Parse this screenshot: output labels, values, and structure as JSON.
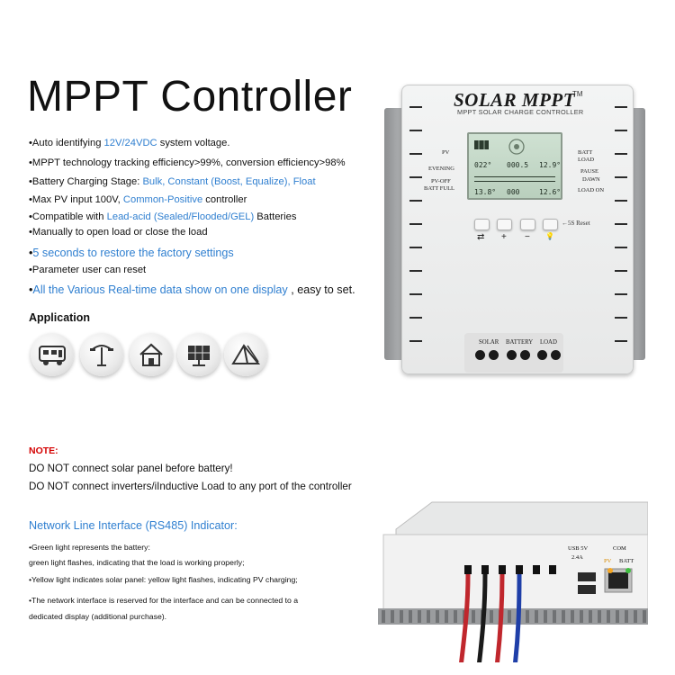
{
  "title": "MPPT Controller",
  "features": [
    {
      "bullet": "•",
      "parts": [
        {
          "t": "Auto identifying ",
          "c": ""
        },
        {
          "t": "12V/24VDC",
          "c": "blue"
        },
        {
          "t": " system voltage.",
          "c": ""
        }
      ]
    },
    {
      "bullet": "•",
      "parts": [
        {
          "t": "MPPT technology tracking efficiency>99%, conversion efficiency>98%",
          "c": ""
        }
      ]
    },
    {
      "bullet": "•",
      "parts": [
        {
          "t": "Battery Charging Stage: ",
          "c": ""
        },
        {
          "t": "Bulk, Constant (Boost, Equalize), Float",
          "c": "blue"
        }
      ]
    },
    {
      "bullet": "•",
      "parts": [
        {
          "t": "Max PV input 100V, ",
          "c": ""
        },
        {
          "t": "Common-Positive",
          "c": "blue"
        },
        {
          "t": " controller",
          "c": ""
        }
      ]
    },
    {
      "bullet": "•",
      "parts": [
        {
          "t": "Compatible with ",
          "c": ""
        },
        {
          "t": "Lead-acid (Sealed/Flooded/GEL)",
          "c": "blue"
        },
        {
          "t": " Batteries",
          "c": ""
        }
      ]
    },
    {
      "bullet": "•",
      "parts": [
        {
          "t": "Manually to open load or close the load",
          "c": ""
        }
      ]
    },
    {
      "bullet": "•",
      "parts": [
        {
          "t": "5 seconds to restore the factory settings",
          "c": "blue"
        }
      ]
    },
    {
      "bullet": "•",
      "parts": [
        {
          "t": "Parameter user can reset",
          "c": ""
        }
      ]
    },
    {
      "bullet": "•",
      "parts": [
        {
          "t": "All the Various Real-time data show on one display",
          "c": "blue"
        },
        {
          "t": " , easy to set.",
          "c": ""
        }
      ]
    }
  ],
  "application_label": "Application",
  "applications": [
    "rv-icon",
    "street-lamp-icon",
    "house-icon",
    "solar-panel-icon",
    "tent-icon"
  ],
  "controller": {
    "brand": "SOLAR MPPT",
    "tm": "TM",
    "subtitle": "MPPT SOLAR CHARGE CONTROLLER",
    "left_labels": [
      "PV",
      "EVENING",
      "PV-OFF",
      "BATT FULL"
    ],
    "right_labels": [
      "BATT",
      "LOAD",
      "PAUSE",
      "DAWN",
      "LOAD ON"
    ],
    "lcd": {
      "r1a": "022°",
      "r1b": "000.5",
      "r1c": "12.9°",
      "r2a": "13.8°",
      "r2b": "000",
      "r2c": "12.6°"
    },
    "buttons": [
      "⇄",
      "+",
      "−",
      "💡"
    ],
    "reset_label": "←5S Reset",
    "terminals": [
      "SOLAR",
      "BATTERY",
      "LOAD"
    ]
  },
  "note_label": "NOTE:",
  "notes": [
    "DO NOT connect solar panel before battery!",
    "DO NOT connect inverters/iInductive Load to any port of the controller"
  ],
  "rs485_title": "Network Line Interface (RS485) Indicator:",
  "rs485_lines": [
    "•Green light represents the battery:",
    "  green light flashes, indicating that the load is working properly;",
    "•Yellow light indicates solar panel:  yellow light flashes, indicating PV charging;",
    "•The network interface is reserved for the interface and can be connected to a",
    "  dedicated display (additional purchase)."
  ],
  "device_labels": {
    "usb": "USB  5V",
    "amps": "2.4A",
    "com": "COM",
    "pv": "PV",
    "batt": "BATT"
  },
  "colors": {
    "accent_blue": "#2f7fd0",
    "note_red": "#d40000"
  }
}
